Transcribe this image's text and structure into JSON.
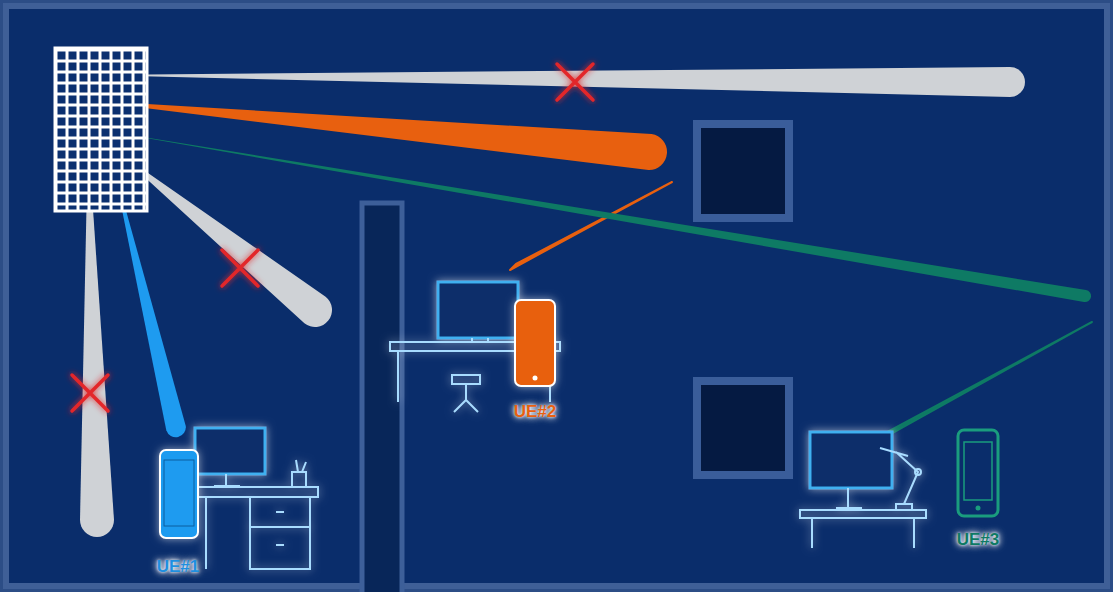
{
  "diagram": {
    "labels": [
      "UE#1",
      "UE#2",
      "UE#3"
    ]
  }
}
